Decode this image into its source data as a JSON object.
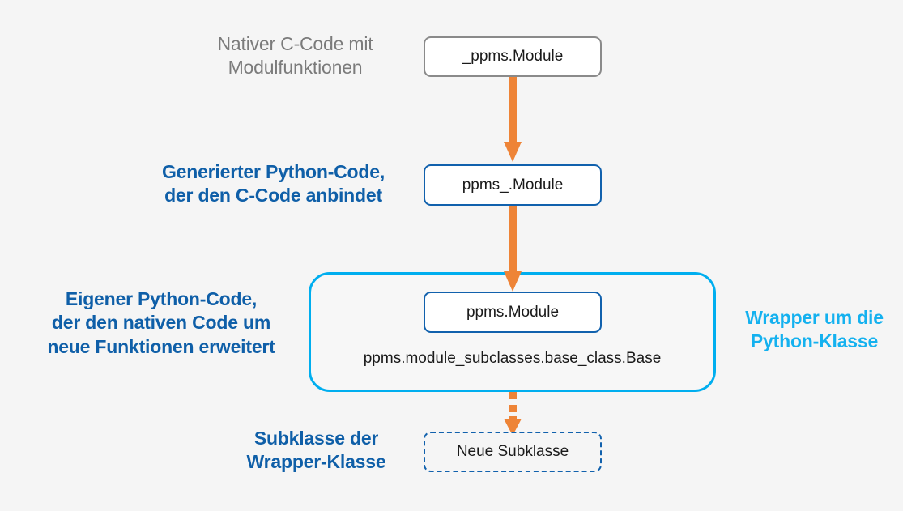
{
  "diagram": {
    "title": "Python Wrapper Architektur",
    "background_color": "#f5f5f5",
    "colors": {
      "arrow_orange": "#ee8437",
      "text_gray": "#7b7b7b",
      "text_blue": "#0f5fa8",
      "text_cyan": "#14b1ef",
      "border_gray": "#8a8a8a",
      "border_blue": "#1161ad",
      "border_cyan": "#00aeef"
    }
  },
  "labels": {
    "native_c": "Nativer C-Code mit\nModulfunktionen",
    "generated_python": "Generierter Python-Code,\nder den C-Code anbindet",
    "own_python": "Eigener Python-Code,\nder den nativen Code um\nneue Funktionen erweitert",
    "wrapper_note": "Wrapper um die\nPython-Klasse",
    "subclass_note": "Subklasse der\nWrapper-Klasse"
  },
  "nodes": {
    "native_module": "_ppms.Module",
    "generated_module": "ppms_.Module",
    "wrapper_module": "ppms.Module",
    "base_class": "ppms.module_subclasses.base_class.Base",
    "new_subclass": "Neue Subklasse"
  },
  "arrows": {
    "arrow_1_style": "solid",
    "arrow_2_style": "solid",
    "arrow_3_style": "dotted"
  }
}
